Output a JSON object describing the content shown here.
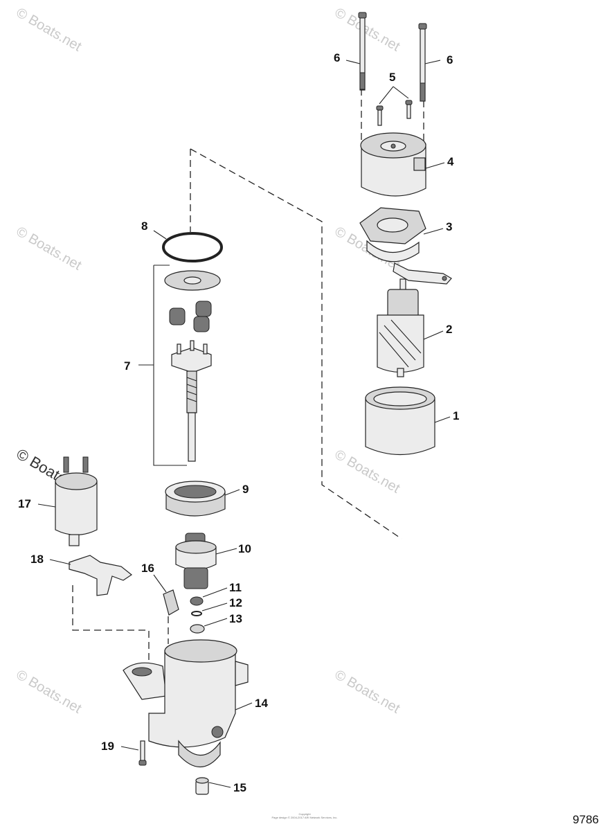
{
  "watermark": {
    "text": "© Boats.net"
  },
  "callouts": [
    {
      "id": "c1",
      "label": "1"
    },
    {
      "id": "c2",
      "label": "2"
    },
    {
      "id": "c3",
      "label": "3"
    },
    {
      "id": "c4",
      "label": "4"
    },
    {
      "id": "c5",
      "label": "5"
    },
    {
      "id": "c6a",
      "label": "6"
    },
    {
      "id": "c6b",
      "label": "6"
    },
    {
      "id": "c7",
      "label": "7"
    },
    {
      "id": "c8",
      "label": "8"
    },
    {
      "id": "c9",
      "label": "9"
    },
    {
      "id": "c10",
      "label": "10"
    },
    {
      "id": "c11",
      "label": "11"
    },
    {
      "id": "c12",
      "label": "12"
    },
    {
      "id": "c13",
      "label": "13"
    },
    {
      "id": "c14",
      "label": "14"
    },
    {
      "id": "c15",
      "label": "15"
    },
    {
      "id": "c16",
      "label": "16"
    },
    {
      "id": "c17",
      "label": "17"
    },
    {
      "id": "c18",
      "label": "18"
    },
    {
      "id": "c19",
      "label": "19"
    }
  ],
  "diagram_id": "9786",
  "footer": {
    "line1": "Copyright",
    "line2": "Page design © 2004-2017 ARI Network Services, Inc."
  }
}
